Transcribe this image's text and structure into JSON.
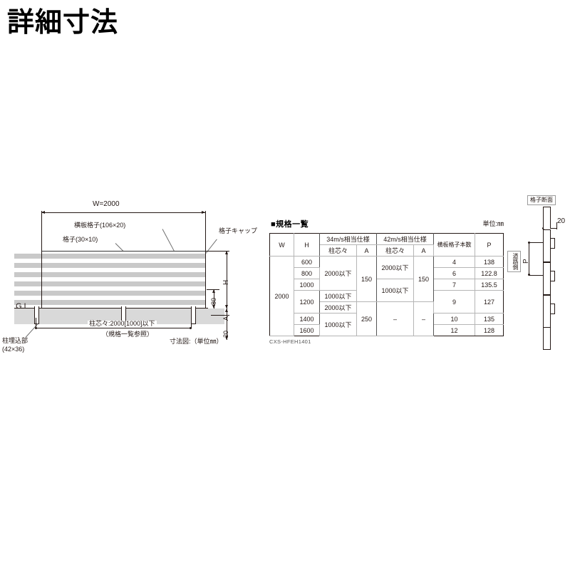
{
  "page": {
    "title": "詳細寸法",
    "background": "#ffffff",
    "ink": "#231815"
  },
  "elevation": {
    "caption": "寸法図:（単位㎜）",
    "width_dim": "W=2000",
    "labels": {
      "board_lattice": "横板格子(106×20)",
      "lattice": "格子(30×10)",
      "lattice_cap": "格子キャップ",
      "ground_level": "G.L",
      "post_embed": "柱埋込部",
      "post_embed_size": "(42×36)",
      "post_pitch": "柱芯々:2000[1000]以下",
      "post_pitch_note": "（規格一覧参照）"
    },
    "vertical_dims": {
      "h": "H",
      "eighty": "80",
      "a": "A",
      "twenty": "20"
    },
    "slat_count": 6
  },
  "spec_table": {
    "heading": "■規格一覧",
    "unit_note": "単位:㎜",
    "code": "CXS-HFEH1401",
    "headers": {
      "w": "W",
      "h": "H",
      "spec34": "34m/s相当仕様",
      "spec42": "42m/s相当仕様",
      "pitch": "柱芯々",
      "a": "A",
      "slat_count": "横板格子本数",
      "p": "P"
    },
    "w_value": "2000",
    "rows": [
      {
        "h": "600",
        "p34": "2000以下",
        "a34": "150",
        "p42": "2000以下",
        "a42": "150",
        "n": "4",
        "p": "138"
      },
      {
        "h": "800",
        "p34": "2000以下",
        "a34": "150",
        "p42": "2000以下",
        "a42": "150",
        "n": "6",
        "p": "122.8"
      },
      {
        "h": "1000",
        "p34": "2000以下",
        "a34": "150",
        "p42": "2000以下",
        "a42": "150",
        "n": "7",
        "p": "135.5"
      },
      {
        "h": "1200",
        "p34": "1000以下",
        "a34": "150",
        "p42": "1000以下",
        "a42": "150",
        "n": "9",
        "p": "127"
      },
      {
        "h": "1400",
        "p34": "2000以下",
        "a34": "250",
        "p42": "–",
        "a42": "–",
        "n": "10",
        "p": "135"
      },
      {
        "h": "1600",
        "p34": "1000以下",
        "a34": "250",
        "p42": "–",
        "a42": "–",
        "n": "12",
        "p": "128"
      }
    ],
    "merged": {
      "p34_top": "2000以下",
      "p34_mid1": "1000以下",
      "p34_mid2": "2000以下",
      "p34_bot": "1000以下",
      "a34_top": "150",
      "a34_bot": "250",
      "p42_top": "2000以下",
      "p42_bot": "1000以下",
      "a42": "150",
      "dash": "–"
    }
  },
  "section_view": {
    "title": "格子断面",
    "road_side": "道路側",
    "depth": "20",
    "pitch": "P"
  }
}
